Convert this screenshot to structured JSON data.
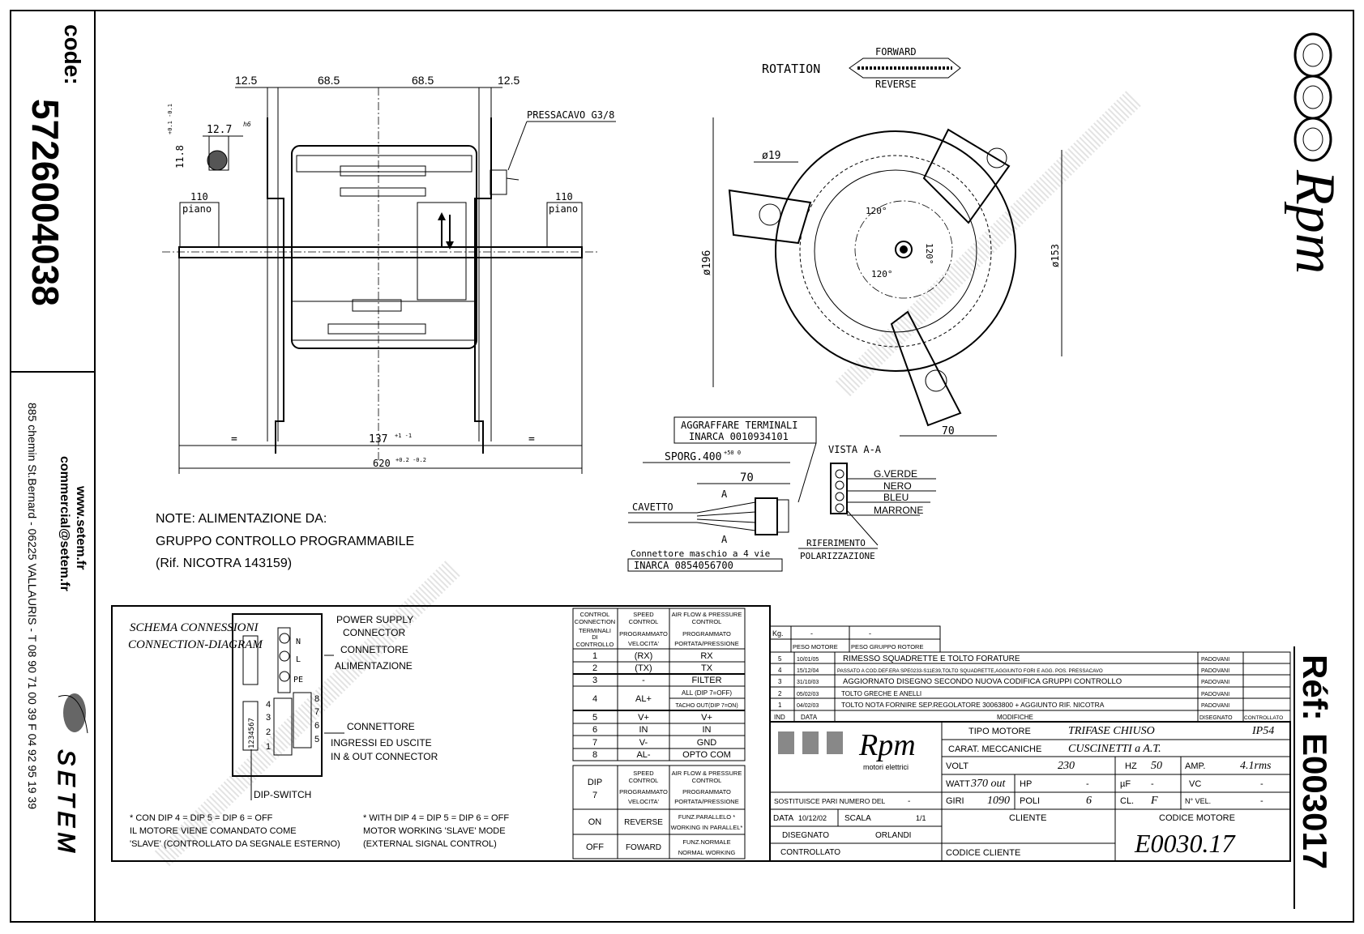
{
  "sidebar": {
    "code_label": "code:",
    "code": "5726004038",
    "website": "www.setem.fr",
    "email": "commercial@setem.fr",
    "address": "885 chemin St.Bernard  -  06225 VALLAURIS  -  T 08 90 71 00 39   F 04 92 95 19 39",
    "brand": "SETEM"
  },
  "right_strip": {
    "logo_text": "Rpm",
    "ref_label": "Réf:",
    "ref": "E003017"
  },
  "side_view": {
    "dims": [
      "12.5",
      "68.5",
      "68.5",
      "12.5"
    ],
    "pressacavo": "PRESSACAVO G3/8",
    "section_width": "12.7",
    "section_tol": "h6",
    "section_height": "11.8",
    "section_height_tol": "+0.1 -0.1",
    "piano_dim": "110",
    "piano": "piano",
    "equal": "=",
    "length_mid": "137",
    "length_mid_tol": "+1 -1",
    "length_total": "620",
    "length_total_tol": "+0.2 -0.2"
  },
  "front_view": {
    "rotation": "ROTATION",
    "forward": "FORWARD",
    "reverse": "REVERSE",
    "d_hole": "ø19",
    "d_outer": "ø196",
    "d_inner": "ø153",
    "angle": "120°",
    "width": "70"
  },
  "note": [
    "NOTE: ALIMENTAZIONE DA:",
    "GRUPPO CONTROLLO PROGRAMMABILE",
    "(Rif. NICOTRA 143159)"
  ],
  "connector": {
    "crimp_title": "AGGRAFFARE TERMINALI",
    "crimp_code": "INARCA 0010934101",
    "sporg": "SPORG.400",
    "sporg_tol": "+50 0",
    "len": "70",
    "section_mark": "A",
    "cable": "CAVETTO",
    "male_connector": "Connettore maschio a 4 vie",
    "male_code": "INARCA 0854056700",
    "view": "VISTA A-A",
    "wires": [
      "G.VERDE",
      "NERO",
      "BLEU",
      "MARRONE"
    ],
    "ref1": "RIFERIMENTO",
    "ref2": "POLARIZZAZIONE"
  },
  "schema": {
    "title1": "SCHEMA CONNESSIONI",
    "title2": "CONNECTION-DIAGRAM",
    "power1": "POWER SUPPLY",
    "power2": "CONNECTOR",
    "power3": "CONNETTORE",
    "power4": "ALIMENTAZIONE",
    "io1": "CONNETTORE",
    "io2": "INGRESSI ED USCITE",
    "io3": "IN & OUT CONNECTOR",
    "dip": "DIP-SWITCH",
    "dip_numbers": "1234567",
    "power_pins": [
      "N",
      "L",
      "PE"
    ],
    "io_pins_left": [
      "4",
      "3",
      "2",
      "1"
    ],
    "io_pins_right": [
      "8",
      "7",
      "6",
      "5"
    ],
    "note_it": [
      "* CON DIP 4 = DIP 5 = DIP 6 = OFF",
      "IL MOTORE VIENE COMANDATO COME",
      "'SLAVE' (CONTROLLATO DA SEGNALE ESTERNO)"
    ],
    "note_en": [
      "* WITH DIP 4 = DIP 5 = DIP 6 = OFF",
      "MOTOR WORKING 'SLAVE' MODE",
      "(EXTERNAL SIGNAL CONTROL)"
    ]
  },
  "control_table": {
    "headers": [
      [
        "CONTROL",
        "CONNECTION",
        "TERMINALI",
        "DI",
        "CONTROLLO"
      ],
      [
        "SPEED",
        "CONTROL",
        "PROGRAMMATO",
        "VELOCITA'"
      ],
      [
        "AIR FLOW & PRESSURE",
        "CONTROL",
        "PROGRAMMATO",
        "PORTATA/PRESSIONE"
      ]
    ],
    "rows": [
      [
        "1",
        "(RX)",
        "RX"
      ],
      [
        "2",
        "(TX)",
        "TX"
      ],
      [
        "3",
        "-",
        "FILTER"
      ],
      [
        "4",
        "AL+",
        "ALL (DIP 7=OFF)",
        "TACHO OUT(DIP 7=ON)"
      ],
      [
        "5",
        "V+",
        "V+"
      ],
      [
        "6",
        "IN",
        "IN"
      ],
      [
        "7",
        "V-",
        "GND"
      ],
      [
        "8",
        "AL-",
        "OPTO COM"
      ]
    ]
  },
  "dip_table": {
    "header": [
      "DIP",
      "7"
    ],
    "rows": [
      [
        "ON",
        "REVERSE",
        "FUNZ.PARALLELO *",
        "WORKING IN PARALLEL*"
      ],
      [
        "OFF",
        "FOWARD",
        "FUNZ.NORMALE",
        "NORMAL WORKING"
      ]
    ]
  },
  "title_block": {
    "kg_label": "Kg.",
    "kg_values": [
      "-",
      "-"
    ],
    "weights": [
      "PESO MOTORE",
      "PESO GRUPPO ROTORE"
    ],
    "revisions": [
      [
        "5",
        "10/01/05",
        "RIMESSO SQUADRETTE E TOLTO FORATURE",
        "PADOVANI",
        ""
      ],
      [
        "4",
        "15/12/04",
        "PASSATO A COD.DEF.ERA SPE0233-S11E39,TOLTO SQUADRETTE,AGGIUNTO FORI E AGG. POS. PRESSACAVO",
        "PADOVANI",
        ""
      ],
      [
        "3",
        "31/10/03",
        "AGGIORNATO DISEGNO SECONDO NUOVA CODIFICA GRUPPI CONTROLLO",
        "PADOVANI",
        ""
      ],
      [
        "2",
        "05/02/03",
        "TOLTO GRECHE E ANELLI",
        "PADOVANI",
        ""
      ],
      [
        "1",
        "04/02/03",
        "TOLTO NOTA FORNIRE SEP.REGOLATORE 30063800 + AGGIUNTO RIF. NICOTRA",
        "PADOVANI",
        ""
      ]
    ],
    "rev_headers": [
      "IND",
      "DATA",
      "MODIFICHE",
      "DISEGNATO",
      "CONTROLLATO"
    ],
    "logo_text": "Rpm",
    "logo_sub": "motori elettrici",
    "tipo_label": "TIPO MOTORE",
    "tipo": "TRIFASE CHIUSO",
    "ip": "IP54",
    "carat_label": "CARAT. MECCANICHE",
    "carat": "CUSCINETTI a A.T.",
    "volt_label": "VOLT",
    "volt": "230",
    "hz_label": "HZ",
    "hz": "50",
    "amp_label": "AMP.",
    "amp": "4.1rms",
    "watt_label": "WATT",
    "watt": "370 out",
    "hp_label": "HP",
    "hp": "-",
    "uf_label": "µF",
    "uf": "-",
    "vc_label": "VC",
    "vc": "-",
    "giri_label": "GIRI",
    "giri": "1090",
    "poli_label": "POLI",
    "poli": "6",
    "cl_label": "CL.",
    "cl": "F",
    "nvel_label": "N° VEL.",
    "nvel": "-",
    "sostituisce": "SOSTITUISCE PARI NUMERO DEL",
    "sostituisce_val": "-",
    "data_label": "DATA",
    "data": "10/12/02",
    "scala_label": "SCALA",
    "scala": "1/1",
    "disegnato_label": "DISEGNATO",
    "disegnato": "ORLANDI",
    "controllato_label": "CONTROLLATO",
    "cliente_label": "CLIENTE",
    "codice_cliente_label": "CODICE CLIENTE",
    "codice_motore_label": "CODICE MOTORE",
    "codice_motore": "E0030.17"
  },
  "watermark": "SETEM"
}
